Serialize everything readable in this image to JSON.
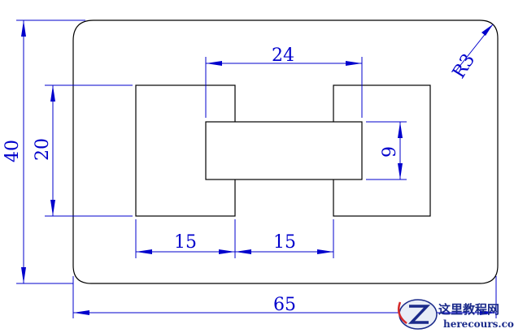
{
  "dimensions": {
    "overall_width": "65",
    "overall_height": "40",
    "corner_radius": "R3",
    "pad_height": "20",
    "bridge_width": "24",
    "bridge_height": "9",
    "pad_left_width": "15",
    "pad_gap_width": "15"
  },
  "watermark": {
    "chinese": "这里教程网",
    "english": "herecours.com"
  },
  "colors": {
    "outline": "#000000",
    "dimension": "#0000cc",
    "watermark": "#1a2a8a",
    "watermark_accent": "#d42a2a"
  }
}
